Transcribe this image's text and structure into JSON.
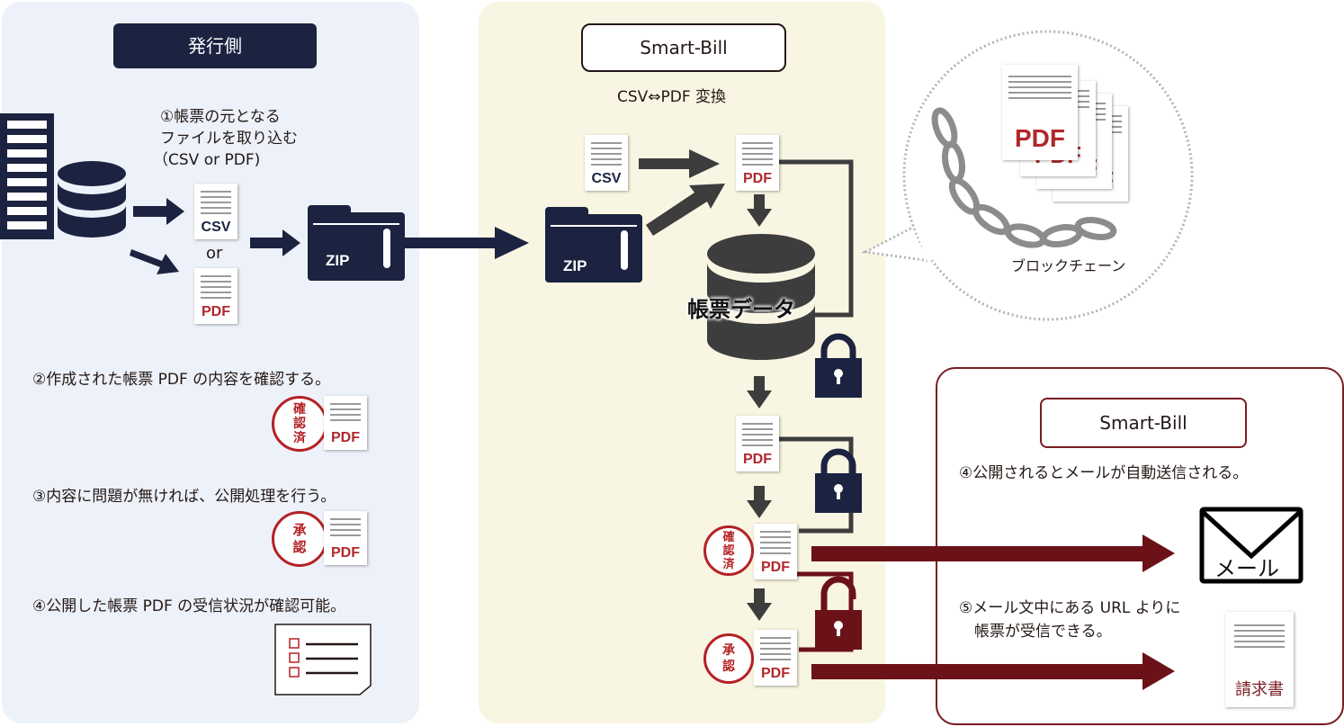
{
  "issuer": {
    "title": "発行側",
    "step1": [
      "①帳票の元となる",
      "ファイルを取り込む",
      "（CSV or PDF)"
    ],
    "or_label": "or",
    "step2": "②作成された帳票 PDF の内容を確認する。",
    "step3": "③内容に問題が無ければ、公開処理を行う。",
    "step4": "④公開した帳票 PDF の受信状況が確認可能。"
  },
  "smartbill": {
    "title": "Smart-Bill",
    "subtitle": "CSV⇔PDF 変換",
    "db_label": "帳票データ",
    "blockchain_label": "ブロックチェーン"
  },
  "receiver": {
    "title": "Smart-Bill",
    "step4": "④公開されるとメールが自動送信される。",
    "step5": [
      "⑤メール文中にある URL よりに",
      "　帳票が受信できる。"
    ],
    "mail_label": "メール",
    "invoice_label": "請求書"
  },
  "labels": {
    "csv": "CSV",
    "pdf": "PDF",
    "zip": "ZIP",
    "stamp_confirmed": [
      "確",
      "認",
      "済"
    ],
    "stamp_approved": [
      "承",
      "認"
    ]
  },
  "colors": {
    "navy": "#1b2340",
    "maroon": "#6b1218",
    "stamp_red": "#b42125",
    "pdf_red": "#b0282c",
    "arrow_gray": "#3d3d3d"
  }
}
